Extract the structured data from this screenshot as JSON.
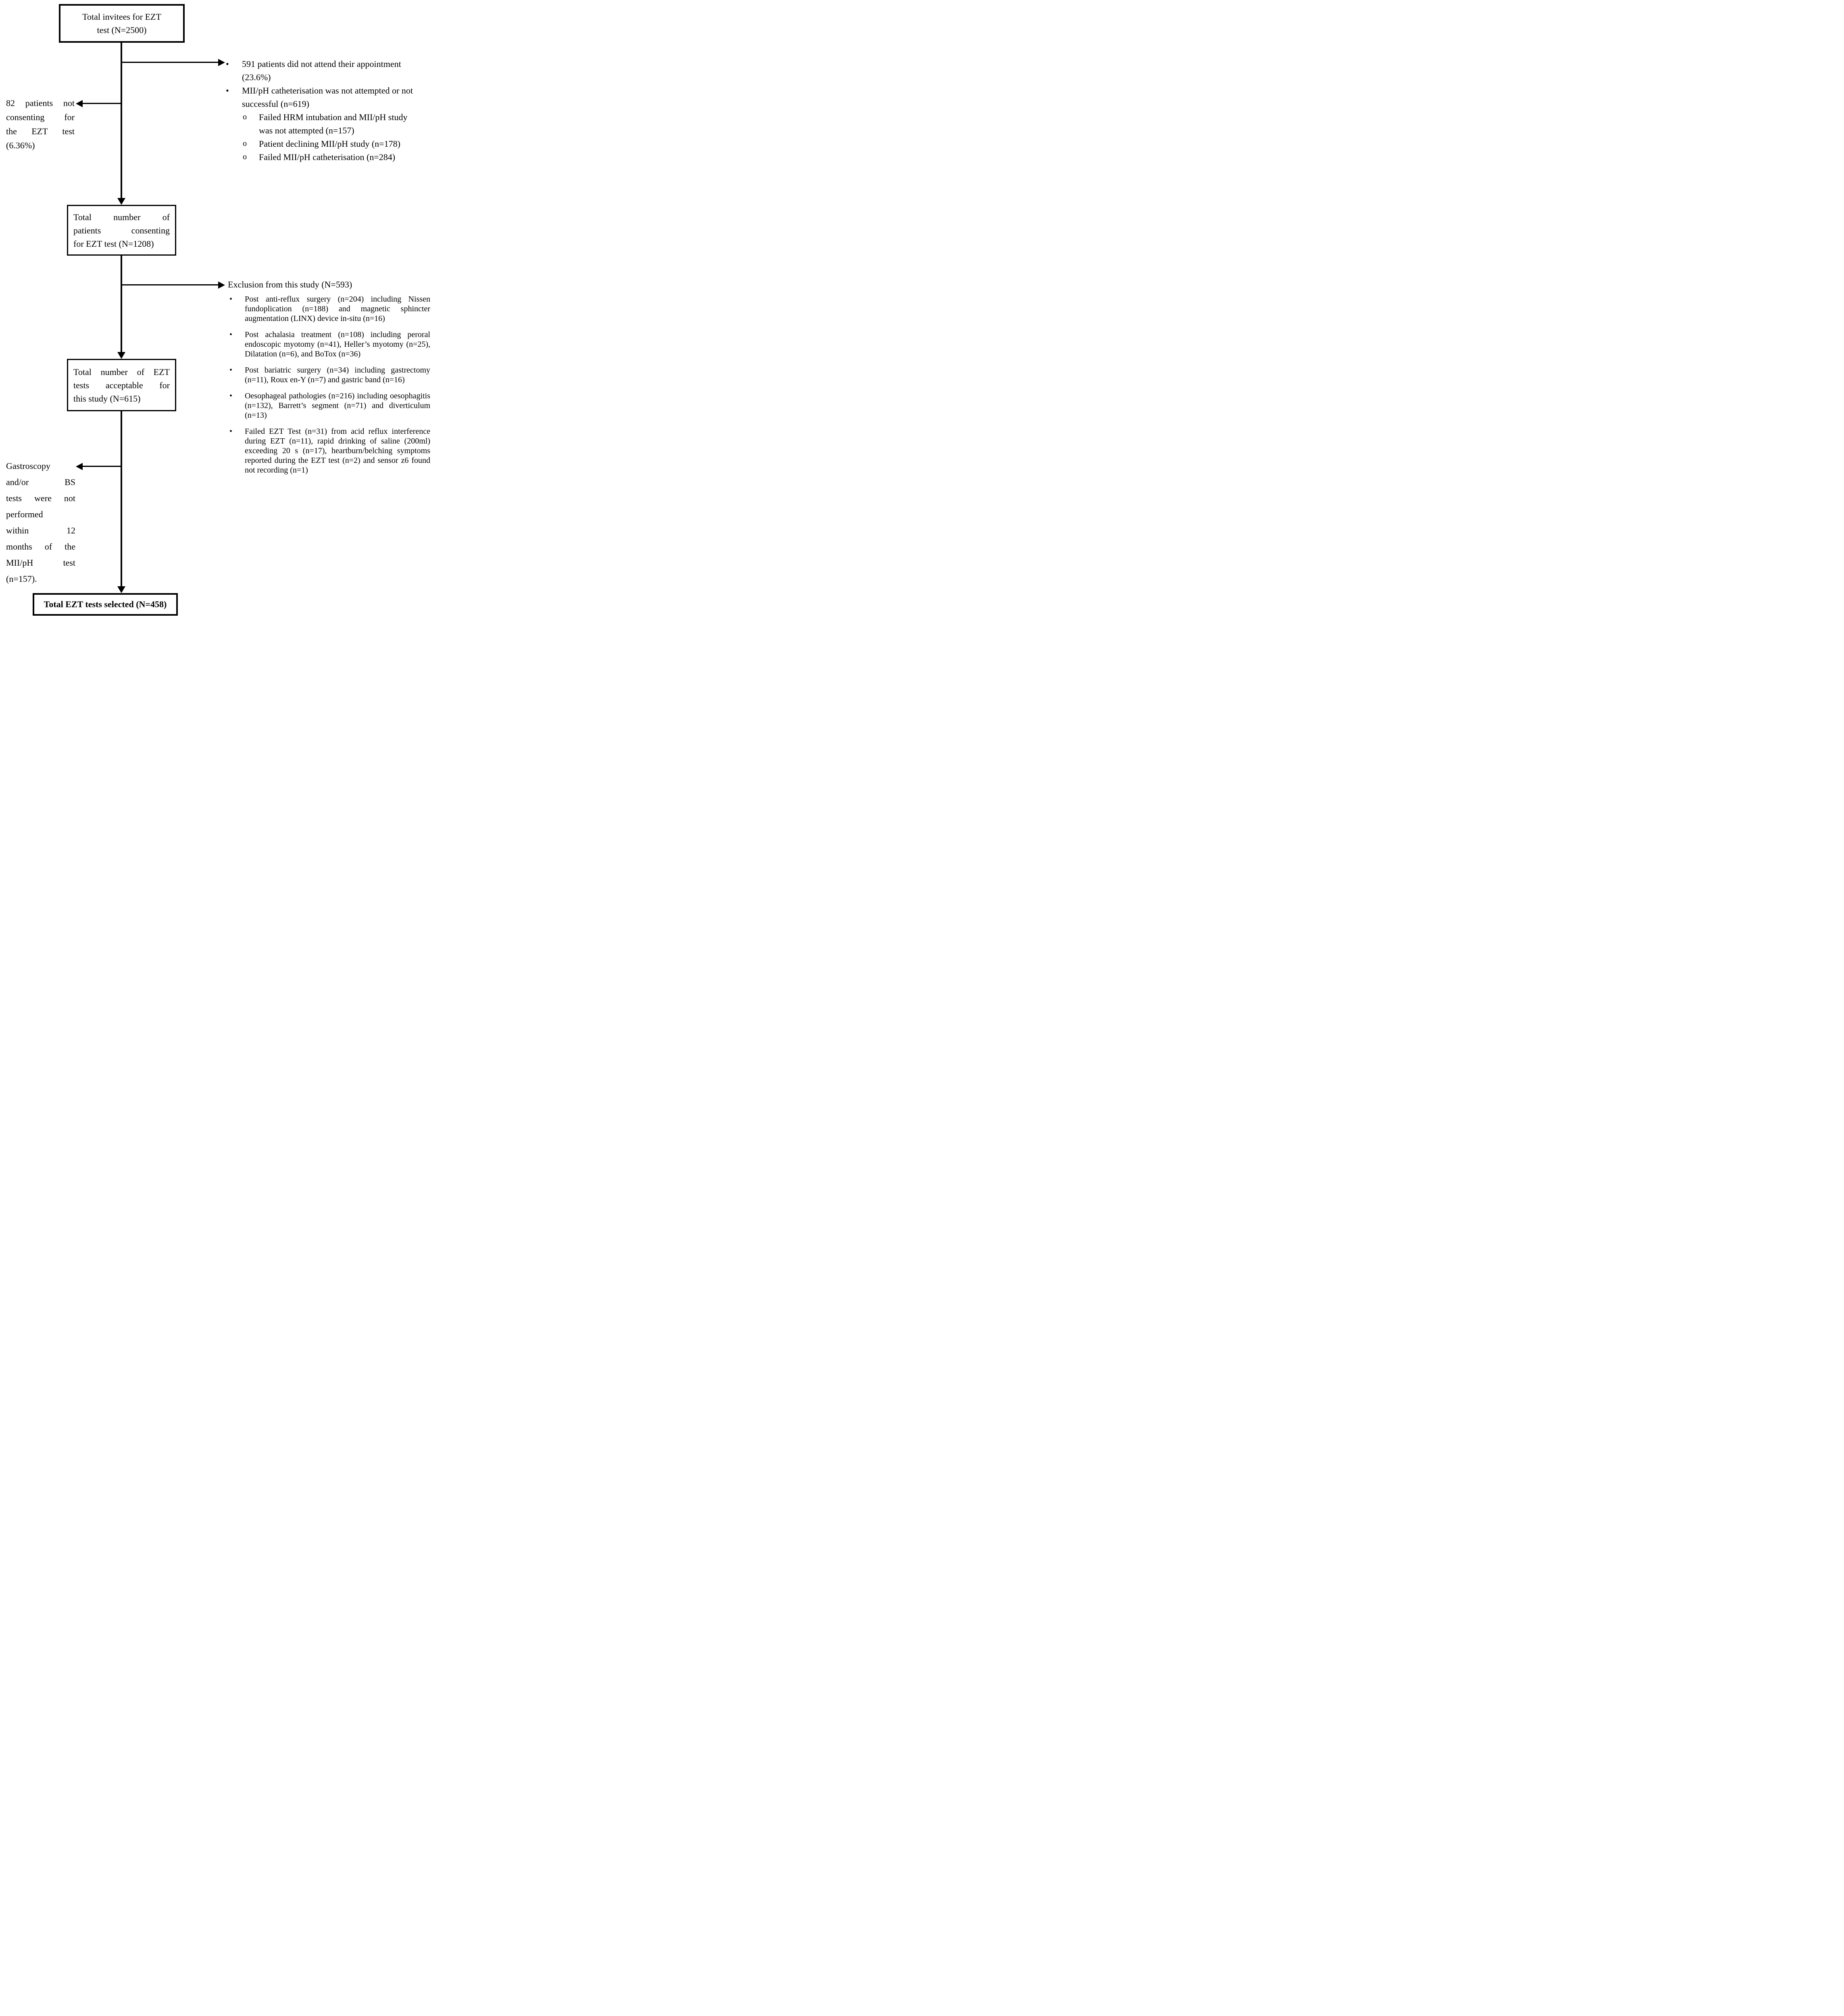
{
  "figure": {
    "type": "patient-flow-diagram",
    "colors": {
      "line": "#000000",
      "background": "#ffffff",
      "text": "#000000"
    }
  },
  "boxes": {
    "box1": {
      "lines": [
        "Total invitees for EZT",
        "test (N=2500)"
      ]
    },
    "box2": {
      "lines": [
        "Total number of",
        "patients consenting",
        "for EZT test (N=1208)"
      ]
    },
    "box3": {
      "lines": [
        "Total number of EZT",
        "tests acceptable for",
        "this study (N=615)"
      ]
    },
    "box4": {
      "label": "Total EZT tests selected (N=458)"
    }
  },
  "left_notes": {
    "not_consenting": {
      "lines": [
        "82 patients not",
        "consenting for",
        "the EZT test",
        "(6.36%)"
      ]
    },
    "gastroscopy": {
      "lines": [
        "Gastroscopy",
        "and/or BS",
        "tests were not",
        "performed",
        "within 12",
        "months of the",
        "MII/pH test",
        "(n=157)."
      ]
    }
  },
  "attrition_list": {
    "items": [
      {
        "level": 1,
        "marker": "•",
        "text": "591 patients did not attend their appointment (23.6%)"
      },
      {
        "level": 1,
        "marker": "•",
        "text": "MII/pH catheterisation was not attempted or not successful (n=619)"
      },
      {
        "level": 2,
        "marker": "o",
        "text": "Failed HRM intubation and MII/pH study was not attempted (n=157)"
      },
      {
        "level": 2,
        "marker": "o",
        "text": "Patient declining MII/pH study (n=178)"
      },
      {
        "level": 2,
        "marker": "o",
        "text": "Failed MII/pH catheterisation (n=284)"
      }
    ]
  },
  "exclusion": {
    "header": "Exclusion from this study (N=593)",
    "bullet": "•",
    "items": [
      "Post anti-reflux surgery (n=204) including Nissen fundoplication (n=188) and magnetic sphincter augmentation (LINX) device in-situ (n=16)",
      "Post achalasia treatment (n=108) including peroral endoscopic myotomy (n=41), Heller’s myotomy (n=25), Dilatation (n=6), and BoTox (n=36)",
      "Post bariatric surgery (n=34) including gastrectomy (n=11), Roux en-Y (n=7) and gastric band (n=16)",
      "Oesophageal pathologies (n=216) including oesophagitis (n=132), Barrett’s segment (n=71) and diverticulum (n=13)",
      "Failed EZT Test (n=31) from acid reflux interference during EZT (n=11), rapid drinking of saline (200ml) exceeding 20 s (n=17), heartburn/belching symptoms reported during the EZT test (n=2) and sensor z6 found not recording (n=1)"
    ]
  }
}
